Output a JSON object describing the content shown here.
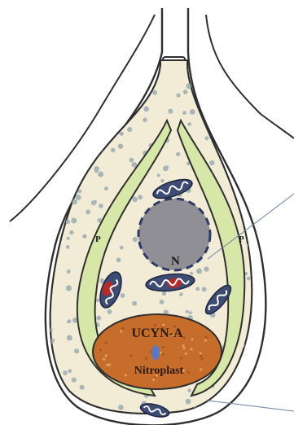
{
  "labels": {
    "nucleus": "N",
    "plastid_left": "P",
    "plastid_right": "P",
    "organelle_line1": "UCYN-A",
    "organelle_line2": "Nitroplast"
  },
  "colors": {
    "outline": "#2f2f2f",
    "cytoplasm": "#f2ecd6",
    "granule": "#a9b6b8",
    "plastid": "#d6e7a8",
    "nucleus": "#8f8f95",
    "nitroplast": "#c76d2b",
    "nitroplast_blob": "#5b78c2",
    "mitochondrion": "#3e4c73",
    "mito_red": "#b82a2a"
  }
}
